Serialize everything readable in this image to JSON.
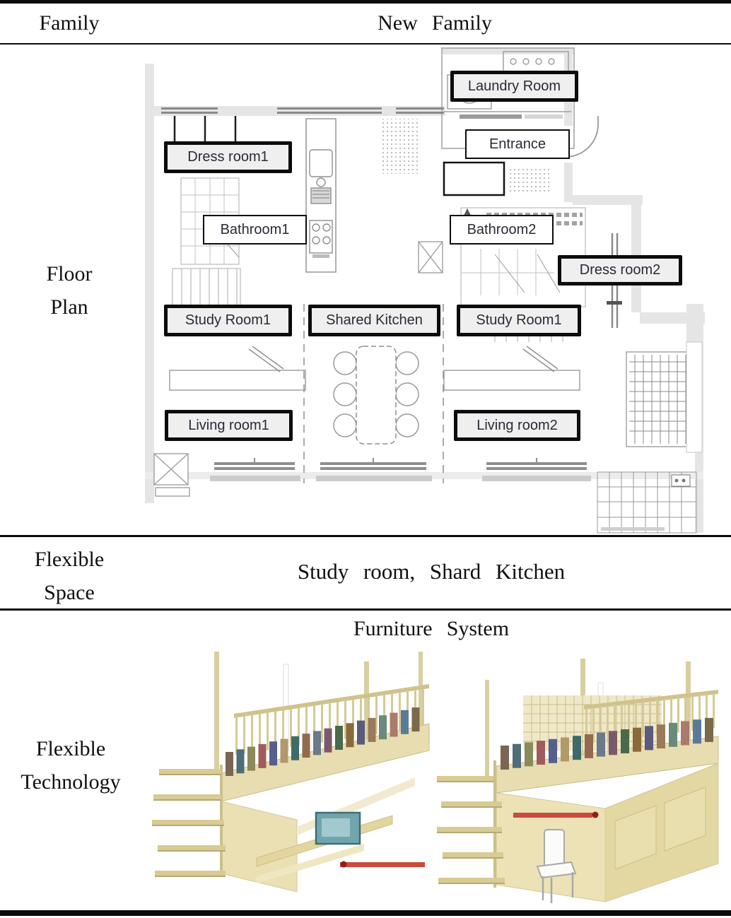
{
  "header": {
    "col1": "Family",
    "col2": "New Family"
  },
  "rows": {
    "floor_plan": {
      "line1": "Floor",
      "line2": "Plan"
    },
    "flexible_space": {
      "line1": "Flexible",
      "line2": "Space",
      "value": "Study room, Shard Kitchen"
    },
    "flexible_technology": {
      "line1": "Flexible",
      "line2": "Technology",
      "section_title": "Furniture System"
    }
  },
  "floorplan": {
    "labels": [
      {
        "text": "Laundry Room",
        "style": "thick"
      },
      {
        "text": "Entrance",
        "style": "thin"
      },
      {
        "text": "Dress room1",
        "style": "thick"
      },
      {
        "text": "Bathroom1",
        "style": "thin"
      },
      {
        "text": "Bathroom2",
        "style": "thin"
      },
      {
        "text": "Dress room2",
        "style": "thick"
      },
      {
        "text": "Study Room1",
        "style": "thick"
      },
      {
        "text": "Shared Kitchen",
        "style": "thick"
      },
      {
        "text": "Study Room1",
        "style": "thick"
      },
      {
        "text": "Living room1",
        "style": "thick"
      },
      {
        "text": "Living room2",
        "style": "thick"
      }
    ]
  },
  "colors": {
    "border_black": "#0a0a0a",
    "label_border": "#0c0c0c",
    "label_bg_thick": "#efefef",
    "label_bg_thin": "#ffffff",
    "label_text": "#2a2a38",
    "wall_gray": "#e5e5e5",
    "line_gray": "#9a9a9a",
    "slat_beige": "#d5ca97",
    "shelf_beige": "#e7ddb0",
    "panel_beige": "#eae0b4",
    "accent_red": "#c84b3d",
    "accent_red_dark": "#8e221b",
    "tv_teal": "#71a5ad"
  },
  "furniture": {
    "book_palette": [
      "#7c6652",
      "#4f6d7a",
      "#8a8a5a",
      "#a05c5c",
      "#55608a",
      "#b09a6a",
      "#3f6a6a",
      "#936a4e",
      "#6a7a8a",
      "#7a5a6a",
      "#4a6a4a",
      "#8a6a3a",
      "#5a5a7a",
      "#9a7a5a",
      "#6a8a7a",
      "#aa7a6a",
      "#5a7a9a",
      "#7a6a4a"
    ]
  }
}
